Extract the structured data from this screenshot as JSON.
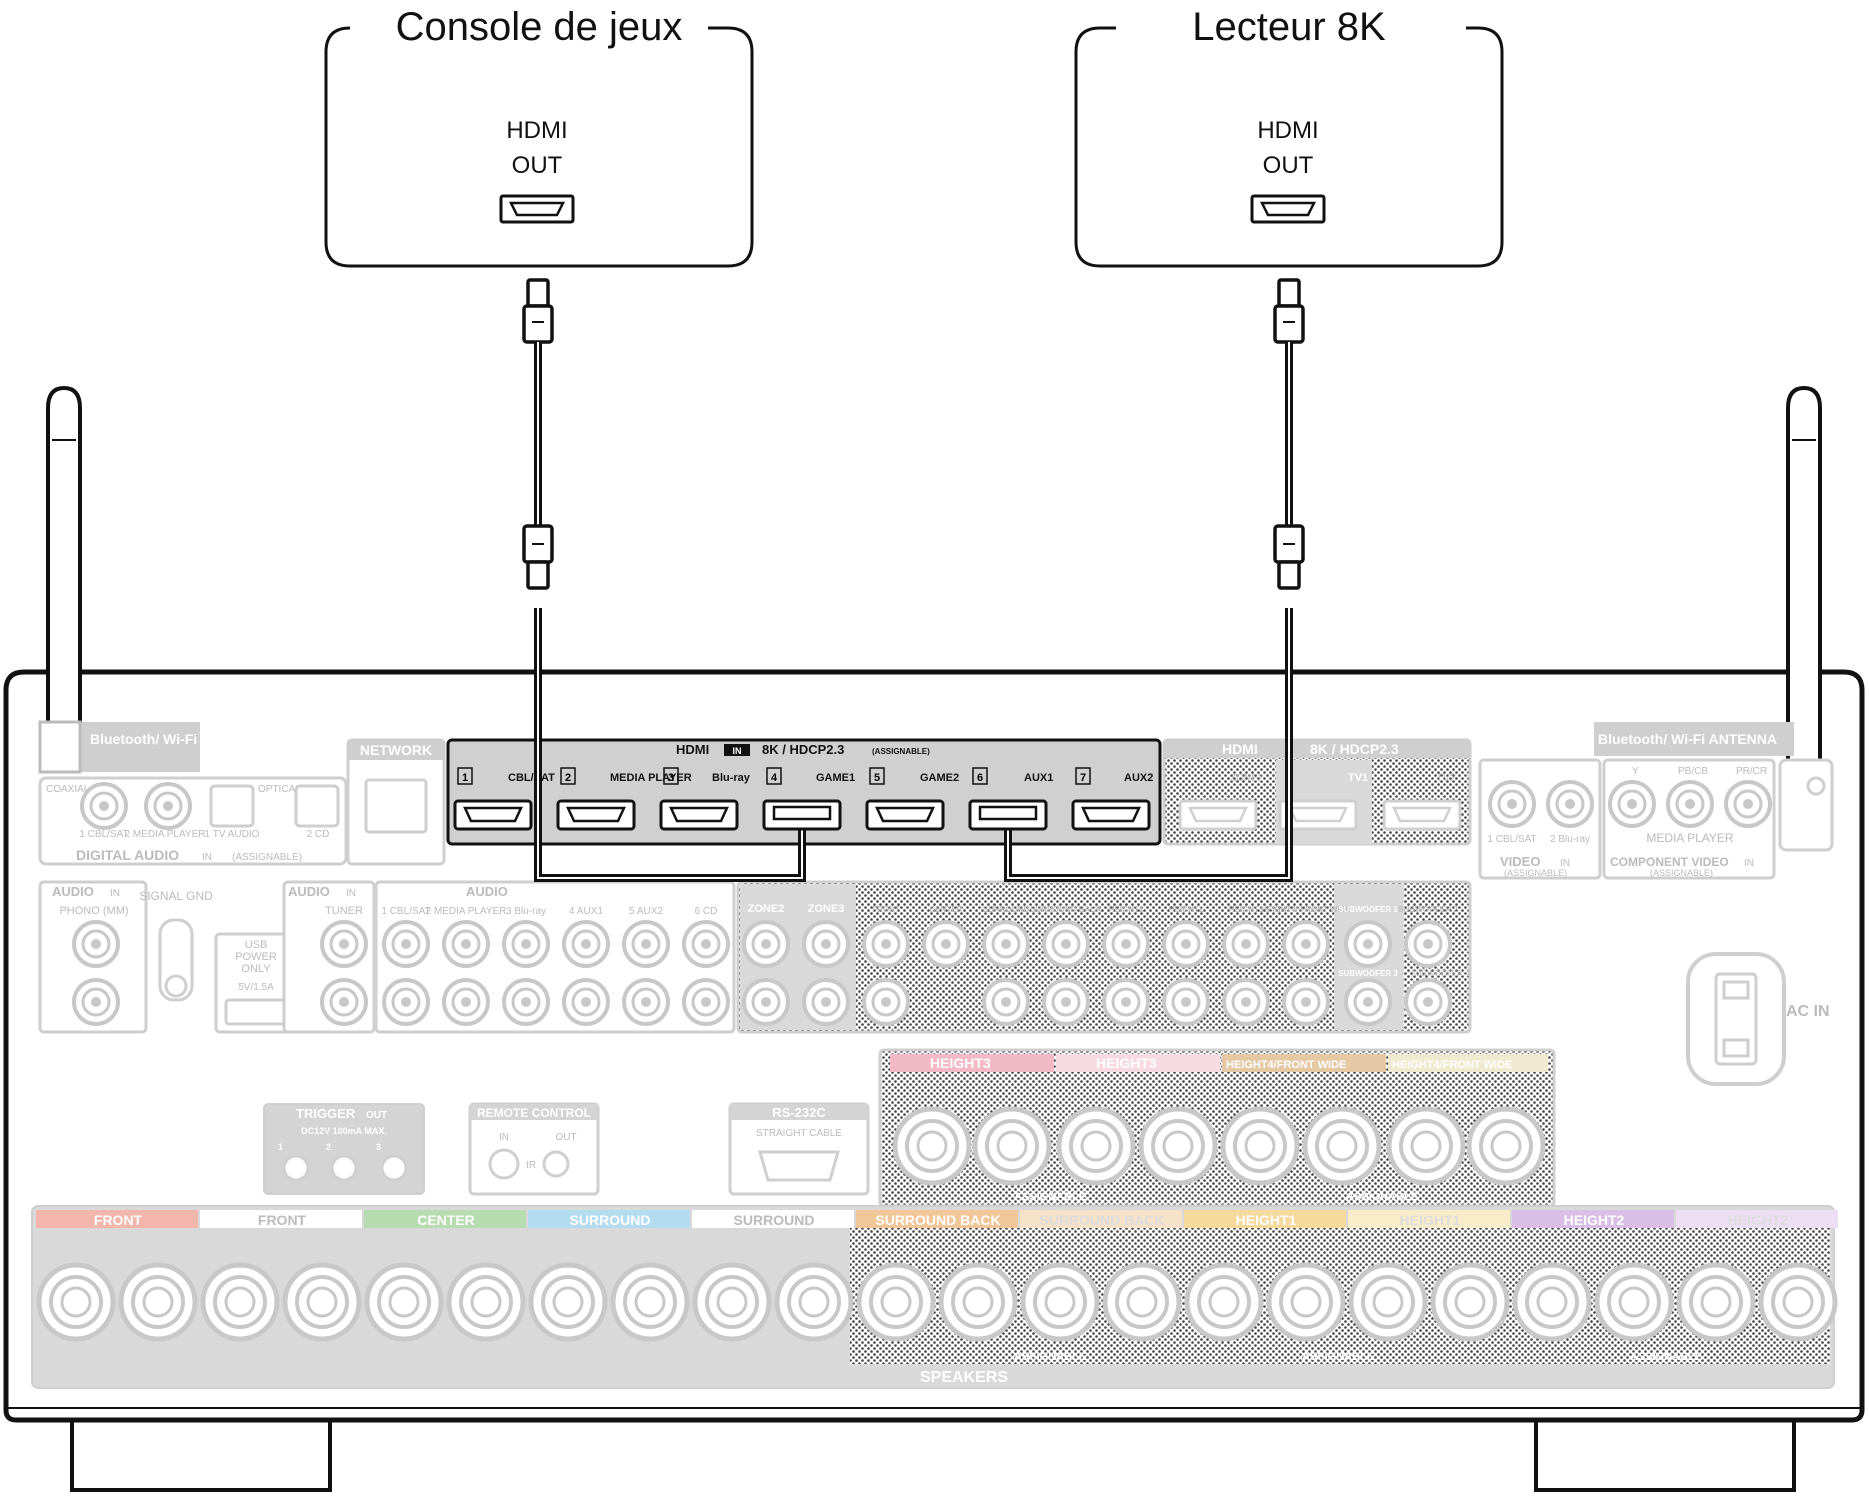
{
  "devices": {
    "game_console": {
      "title": "Console de jeux",
      "port_line1": "HDMI",
      "port_line2": "OUT"
    },
    "player_8k": {
      "title": "Lecteur 8K",
      "port_line1": "HDMI",
      "port_line2": "OUT"
    }
  },
  "receiver": {
    "hdmi_in": {
      "title": "HDMI",
      "badge": "IN",
      "spec": "8K / HDCP2.3",
      "note": "(ASSIGNABLE)",
      "ports": [
        {
          "num": "1",
          "label": "CBL/SAT"
        },
        {
          "num": "2",
          "label": "MEDIA PLAYER"
        },
        {
          "num": "3",
          "label": "Blu-ray"
        },
        {
          "num": "4",
          "label": "GAME1"
        },
        {
          "num": "5",
          "label": "GAME2"
        },
        {
          "num": "6",
          "label": "AUX1"
        },
        {
          "num": "7",
          "label": "AUX2"
        }
      ]
    },
    "hdmi_out": {
      "title": "HDMI",
      "spec": "8K / HDCP2.3",
      "ports": [
        "TV1",
        "ZONE2",
        "TV2"
      ]
    },
    "network": "NETWORK",
    "bt_wifi_left": "Bluetooth/ Wi-Fi ANTENNA",
    "bt_wifi_right": "Bluetooth/ Wi-Fi ANTENNA",
    "digital_audio": {
      "title": "DIGITAL AUDIO",
      "badge": "IN",
      "note": "(ASSIGNABLE)",
      "coaxial": "COAXIAL",
      "optical": "OPTICAL",
      "ports": [
        "1 CBL/SAT",
        "2 MEDIA PLAYER",
        "1 TV AUDIO",
        "2 CD"
      ]
    },
    "audio_phono": {
      "title": "AUDIO",
      "badge": "IN",
      "label": "PHONO (MM)"
    },
    "signal_gnd": "SIGNAL GND",
    "usb": {
      "line1": "USB",
      "line2": "POWER",
      "line3": "ONLY",
      "rating": "5V/1.5A"
    },
    "audio_tuner": {
      "title": "AUDIO",
      "badge": "IN",
      "label": "TUNER"
    },
    "audio_inputs": {
      "title": "AUDIO",
      "ports": [
        "1 CBL/SAT",
        "2 MEDIA PLAYER",
        "3 Blu-ray",
        "4 AUX1",
        "5 AUX2",
        "6 CD"
      ]
    },
    "preout": [
      "ZONE2",
      "ZONE3",
      "FRONT",
      "CENTER",
      "SURROUND",
      "SURROUND BACK",
      "HEIGHT1",
      "HEIGHT2",
      "HEIGHT3",
      "HEIGHT4/ FRONT WIDE",
      "SUBWOOFER 1",
      "SUBWOOFER 2"
    ],
    "sub_labels": [
      "SUBWOOFER 3",
      "SUBWOOFER 4"
    ],
    "video": {
      "title": "VIDEO",
      "badge": "IN",
      "note": "(ASSIGNABLE)",
      "ports": [
        "1 CBL/SAT",
        "2 Blu-ray"
      ]
    },
    "component": {
      "title": "COMPONENT VIDEO",
      "badge": "IN",
      "note": "(ASSIGNABLE)",
      "player": "MEDIA PLAYER",
      "ports": [
        "Y",
        "PB/CB",
        "PR/CR"
      ]
    },
    "ac_in": "AC IN",
    "trigger": {
      "title": "TRIGGER",
      "badge": "OUT",
      "spec": "DC12V 100mA MAX.",
      "ports": [
        "1",
        "2",
        "3"
      ]
    },
    "remote": {
      "title": "REMOTE CONTROL",
      "in": "IN",
      "out": "OUT",
      "ir": "IR"
    },
    "rs232c": {
      "title": "RS-232C",
      "sub": "STRAIGHT CABLE"
    },
    "upper_speakers": [
      "HEIGHT3",
      "HEIGHT3",
      "HEIGHT4/FRONT WIDE",
      "HEIGHT4/FRONT WIDE"
    ],
    "speakers": {
      "title": "SPEAKERS",
      "assignable": "ASSIGNABLE",
      "groups": [
        "FRONT",
        "FRONT",
        "CENTER",
        "SURROUND",
        "SURROUND",
        "SURROUND BACK",
        "SURROUND BACK",
        "HEIGHT1",
        "HEIGHT1",
        "HEIGHT2",
        "HEIGHT2"
      ]
    }
  },
  "colors": {
    "panel_gray": "#d9d9d9",
    "dark_panel": "#c4c4c4",
    "cable": "#111111",
    "front_r": "#f2b6ac",
    "center": "#b7dcb0",
    "surround_r": "#b3dcf0",
    "surround_back_r": "#f1c79a",
    "height1_r": "#f5d99d",
    "height2_r": "#d9bfe6",
    "height3_r": "#f2b9c6"
  }
}
